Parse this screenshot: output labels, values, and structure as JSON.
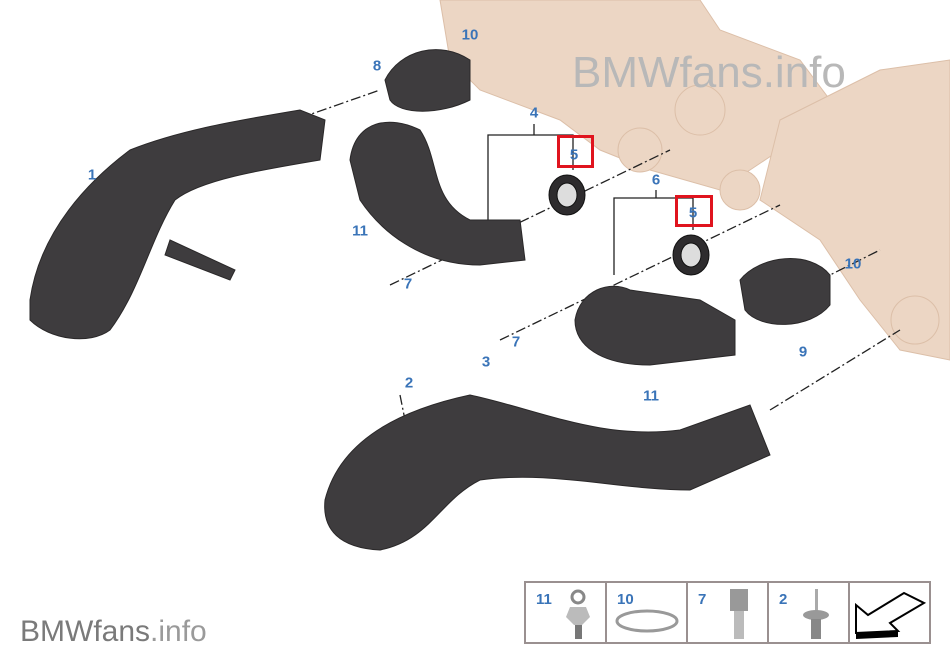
{
  "watermark_top": "BMWfans.info",
  "watermark_bottom": {
    "brand": "BMWfans",
    "suffix": ".info"
  },
  "colors": {
    "label": "#3a74b8",
    "highlight_box": "#e0141e",
    "hose": "#3e3c3e",
    "engine": "#ecd6c4"
  },
  "callouts": [
    {
      "id": "1",
      "text": "1"
    },
    {
      "id": "2",
      "text": "2"
    },
    {
      "id": "3",
      "text": "3"
    },
    {
      "id": "4",
      "text": "4"
    },
    {
      "id": "5a",
      "text": "5",
      "highlighted": true
    },
    {
      "id": "5b",
      "text": "5",
      "highlighted": true
    },
    {
      "id": "6",
      "text": "6"
    },
    {
      "id": "7a",
      "text": "7"
    },
    {
      "id": "7b",
      "text": "7"
    },
    {
      "id": "8",
      "text": "8"
    },
    {
      "id": "9",
      "text": "9"
    },
    {
      "id": "10a",
      "text": "10"
    },
    {
      "id": "10b",
      "text": "10"
    },
    {
      "id": "11a",
      "text": "11"
    },
    {
      "id": "11b",
      "text": "11"
    }
  ],
  "legend": [
    {
      "num": "11",
      "icon": "eye-bolt-icon"
    },
    {
      "num": "10",
      "icon": "hose-clamp-icon"
    },
    {
      "num": "7",
      "icon": "hex-bolt-icon"
    },
    {
      "num": "2",
      "icon": "rivet-icon"
    },
    {
      "num": "",
      "icon": "direction-arrow-icon"
    }
  ]
}
